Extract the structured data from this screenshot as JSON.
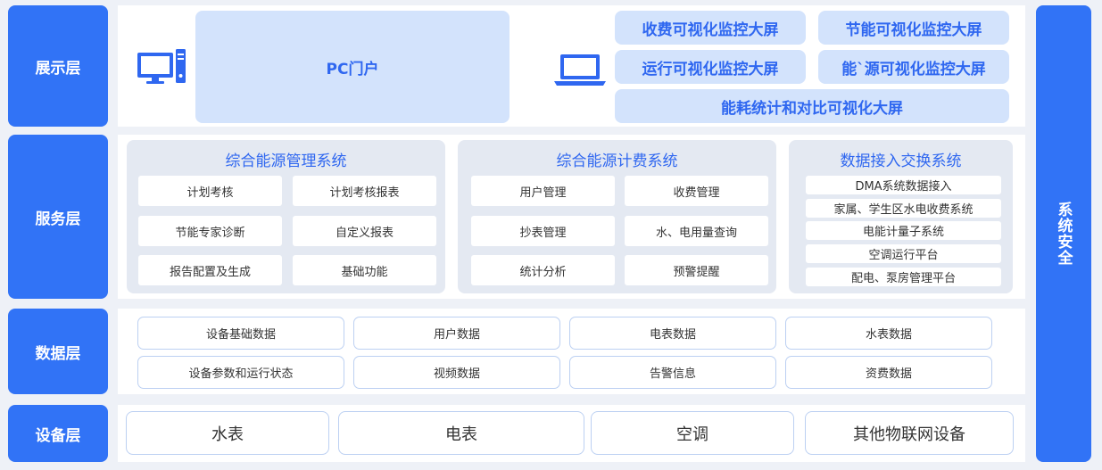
{
  "layers": {
    "display": "展示层",
    "service": "服务层",
    "data": "数据层",
    "device": "设备层"
  },
  "security": "系统安全",
  "display": {
    "portal": "PC门户",
    "screens": [
      "收费可视化监控大屏",
      "节能可视化监控大屏",
      "运行可视化监控大屏",
      "能`源可视化监控大屏"
    ],
    "wide_screen": "能耗统计和对比可视化大屏"
  },
  "service": {
    "sys1": {
      "title": "综合能源管理系统",
      "items": [
        "计划考核",
        "计划考核报表",
        "节能专家诊断",
        "自定义报表",
        "报告配置及生成",
        "基础功能"
      ]
    },
    "sys2": {
      "title": "综合能源计费系统",
      "items": [
        "用户管理",
        "收费管理",
        "抄表管理",
        "水、电用量查询",
        "统计分析",
        "预警提醒"
      ]
    },
    "sys3": {
      "title": "数据接入交换系统",
      "items": [
        "DMA系统数据接入",
        "家属、学生区水电收费系统",
        "电能计量子系统",
        "空调运行平台",
        "配电、泵房管理平台"
      ]
    }
  },
  "data_layer": [
    "设备基础数据",
    "用户数据",
    "电表数据",
    "水表数据",
    "设备参数和运行状态",
    "视频数据",
    "告警信息",
    "资费数据"
  ],
  "devices": [
    "水表",
    "电表",
    "空调",
    "其他物联网设备"
  ]
}
